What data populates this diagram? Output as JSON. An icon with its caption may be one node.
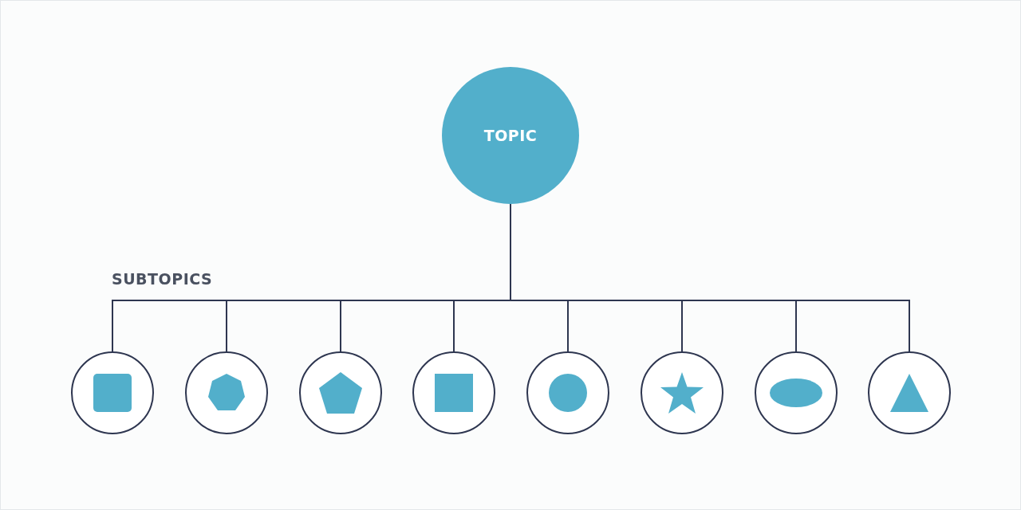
{
  "diagram": {
    "nodes": [
      {
        "text": [
          "TOPIC"
        ]
      },
      {
        "text": [],
        "shape": "circle"
      },
      {
        "text": [],
        "shape": "circle"
      },
      {
        "text": [],
        "shape": "circle"
      },
      {
        "text": [],
        "shape": "circle"
      },
      {
        "text": [],
        "shape": "circle"
      },
      {
        "text": [],
        "shape": "circle"
      },
      {
        "text": [],
        "shape": "circle"
      },
      {
        "text": [],
        "shape": "circle"
      }
    ],
    "edges": [
      {
        "from": 0,
        "to": 1,
        "arrow": "none"
      },
      {
        "from": 0,
        "to": 2,
        "arrow": "none"
      },
      {
        "from": 0,
        "to": 3,
        "arrow": "none"
      },
      {
        "from": 0,
        "to": 4,
        "arrow": "none"
      },
      {
        "from": 0,
        "to": 5,
        "arrow": "none"
      },
      {
        "from": 0,
        "to": 6,
        "arrow": "none"
      },
      {
        "from": 0,
        "to": 7,
        "arrow": "none"
      },
      {
        "from": 0,
        "to": 8,
        "arrow": "none"
      }
    ],
    "labels": [
      "SUBTOPICS"
    ]
  }
}
